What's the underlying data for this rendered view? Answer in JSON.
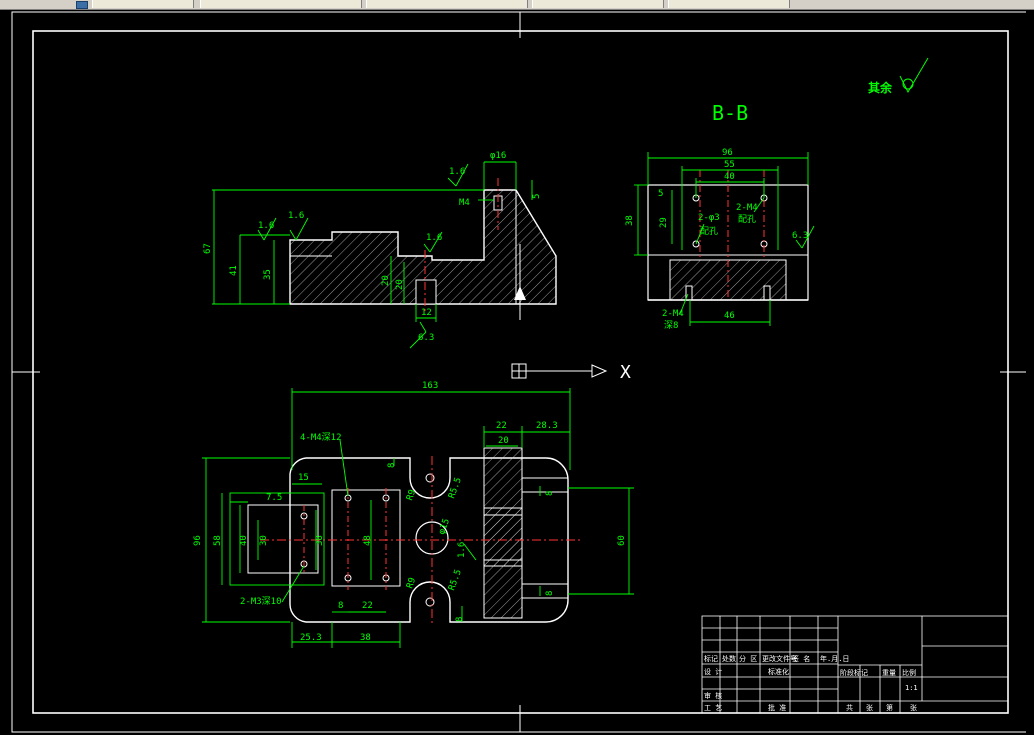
{
  "view_label": "B-B",
  "roughness": {
    "note": "其余",
    "values": [
      "1.6",
      "1.6",
      "1.6",
      "1.6",
      "1.6",
      "6.3",
      "6.3",
      "1.6"
    ]
  },
  "front_view": {
    "dims": [
      "φ16",
      "5",
      "M4",
      "67",
      "41",
      "35",
      "20",
      "20",
      "12"
    ]
  },
  "section_view": {
    "dims": [
      "96",
      "55",
      "40",
      "5",
      "29",
      "38",
      "2-φ3",
      "配孔",
      "2-M4",
      "配孔",
      "2-M4",
      "深8",
      "46"
    ]
  },
  "axis_label": "X",
  "plan_view": {
    "dims": [
      "163",
      "22",
      "28.3",
      "20",
      "4-M4深12",
      "15",
      "8",
      "7.5",
      "R9",
      "R5.5",
      "40",
      "30",
      "58",
      "96",
      "48",
      "38",
      "φ15",
      "1.6",
      "60",
      "8",
      "8",
      "2-M3深10",
      "8",
      "22",
      "R9",
      "R5.5",
      "8",
      "25.3",
      "38"
    ]
  },
  "title_block": {
    "row_labels": [
      "标记",
      "处数",
      "分 区",
      "更改文件号",
      "签 名",
      "年.月.日"
    ],
    "designer": "设 计",
    "standardization": "标准化",
    "stage_mark": "阶段标记",
    "weight": "重量",
    "scale": "比例",
    "scale_value": "1:1",
    "review": "审 核",
    "process": "工 艺",
    "approve": "批 准",
    "sheets": [
      "共",
      "张",
      "第",
      "张"
    ]
  }
}
